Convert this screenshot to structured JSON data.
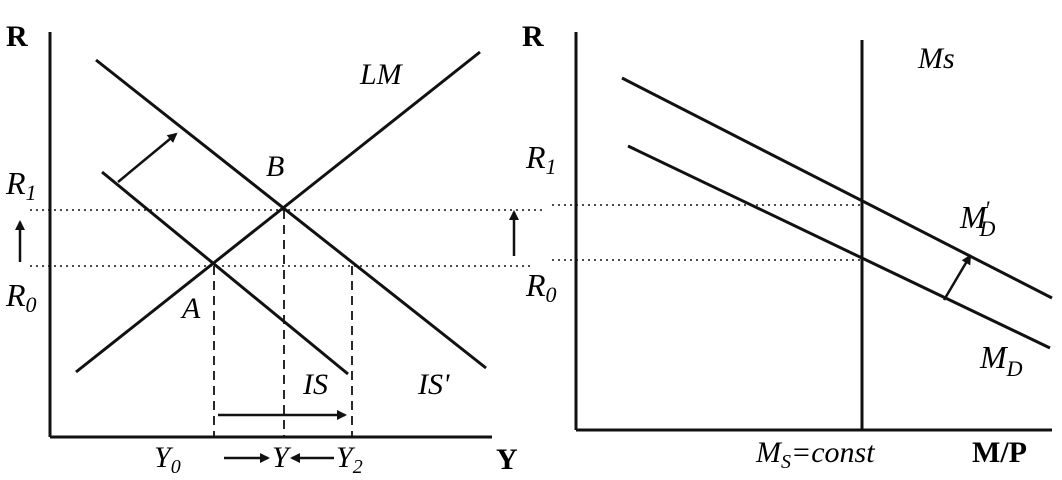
{
  "left_panel": {
    "y_axis_label": "R",
    "x_axis_label": "Y",
    "curves": {
      "lm": "LM",
      "is": "IS",
      "is_prime": "IS'"
    },
    "points": {
      "a": "A",
      "b": "B"
    },
    "rates": {
      "r1_base": "R",
      "r1_sub": "1",
      "r0_base": "R",
      "r0_sub": "0"
    },
    "outputs": {
      "y0_base": "Y",
      "y0_sub": "0",
      "y": "Y",
      "y2_base": "Y",
      "y2_sub": "2"
    }
  },
  "right_panel": {
    "y_axis_label": "R",
    "x_axis_label": "M/P",
    "curves": {
      "ms": "Ms",
      "md": "M",
      "md_sub": "D",
      "md_prime": "M",
      "md_prime_sub": "D",
      "md_prime_mark": "′"
    },
    "rates": {
      "r1_base": "R",
      "r1_sub": "1",
      "r0_base": "R",
      "r0_sub": "0"
    },
    "ms_const": {
      "base": "M",
      "sub": "S",
      "rest": "=const"
    }
  },
  "colors": {
    "ink": "#111111",
    "background": "#ffffff"
  }
}
